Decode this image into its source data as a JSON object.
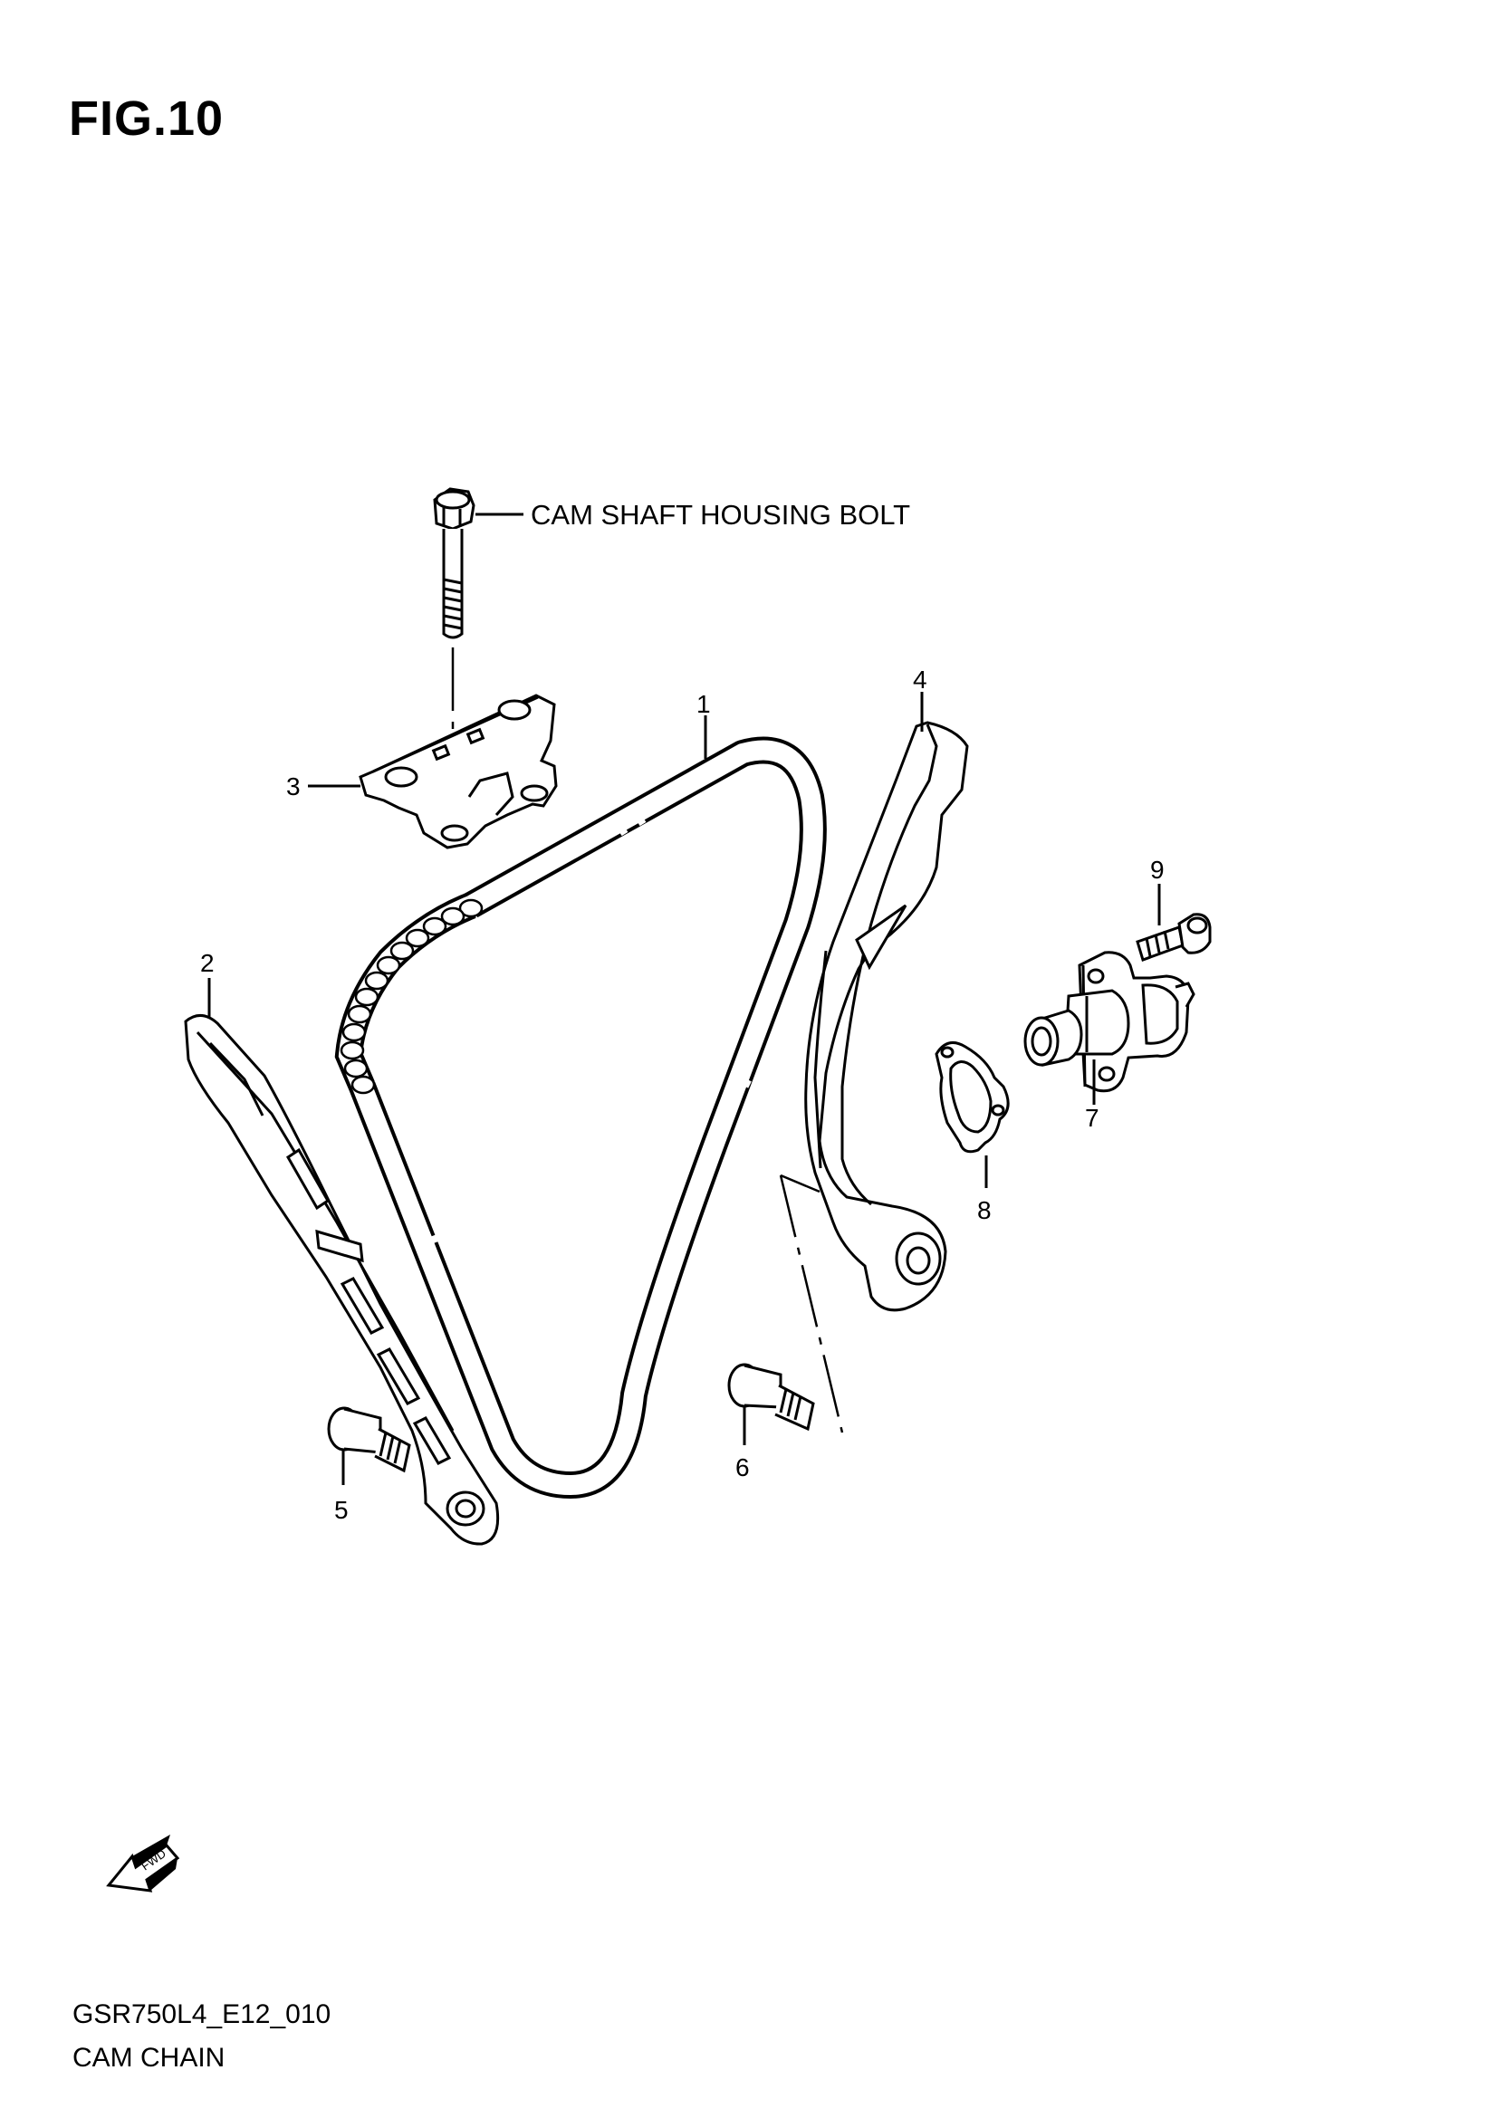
{
  "figure": {
    "title": "FIG.10"
  },
  "annotation": {
    "cam_shaft_bolt": "CAM SHAFT HOUSING BOLT"
  },
  "callouts": [
    "1",
    "2",
    "3",
    "4",
    "5",
    "6",
    "7",
    "8",
    "9"
  ],
  "fwd_arrow": {
    "label": "FWD"
  },
  "footer": {
    "code": "GSR750L4_E12_010",
    "caption": "CAM CHAIN"
  }
}
